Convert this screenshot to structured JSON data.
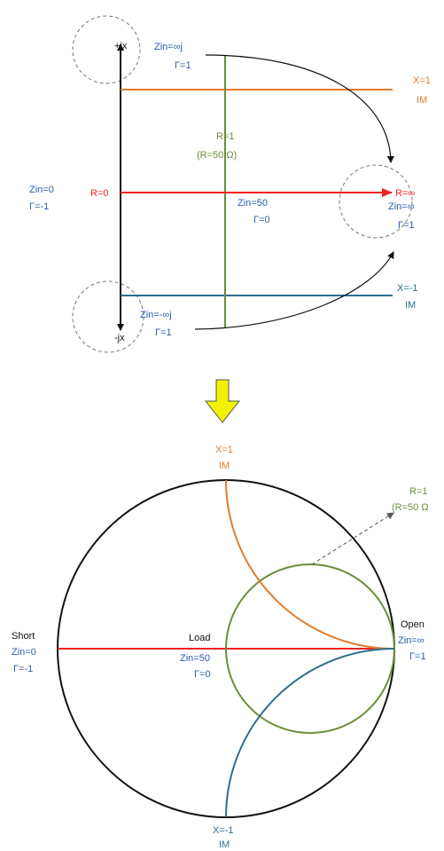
{
  "top": {
    "plus_jx": "+jx",
    "minus_jx": "-jx",
    "zin_top_line1": "Zin=∞j",
    "zin_top_line2": "Γ=1",
    "zin_bottom_line1": "Zin=-∞j",
    "zin_bottom_line2": "Γ=1",
    "x1_line1": "X=1",
    "x1_line2": "IM",
    "xm1_line1": "X=-1",
    "xm1_line2": "IM",
    "r1_line1": "R=1",
    "r1_line2": "(R=50 Ω)",
    "zin0_line1": "Zin=0",
    "zin0_line2": "Γ=-1",
    "r0": "R=0",
    "zin50_line1": "Zin=50",
    "zin50_line2": "Γ=0",
    "rinf": "R=∞",
    "zininf_line1": "Zin=∞",
    "zininf_line2": "Γ=1"
  },
  "bottom": {
    "x1_line1": "X=1",
    "x1_line2": "IM",
    "r1_line1": "R=1",
    "r1_line2": "(R=50 Ω",
    "short": "Short",
    "short_zin": "Zin=0",
    "short_gamma": "Γ=-1",
    "load": "Load",
    "load_zin": "Zin=50",
    "load_gamma": "Γ=0",
    "open": "Open",
    "open_zin": "Zin=∞",
    "open_gamma": "Γ=1",
    "xm1_line1": "X=-1",
    "xm1_line2": "IM"
  },
  "colors": {
    "orange": "#E07B2E",
    "red": "#EE2222",
    "green": "#6B8E3A",
    "teal": "#2E6E8E",
    "blue": "#2A5DB0",
    "black": "#111111",
    "gray": "#777777",
    "arrow_yellow": "#F2F200"
  }
}
